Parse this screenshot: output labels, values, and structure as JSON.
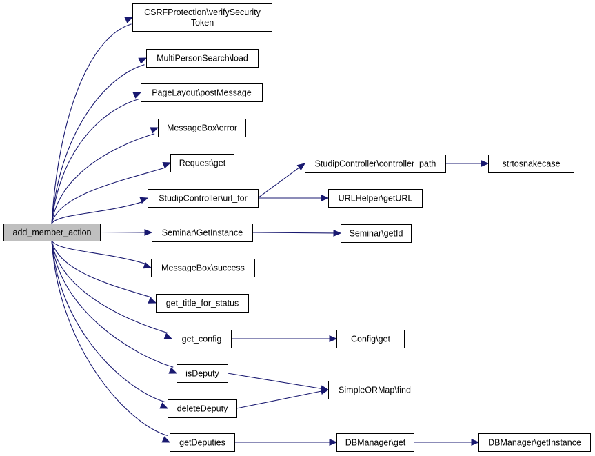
{
  "diagram": {
    "root": "add_member_action",
    "nodes": [
      {
        "id": "root",
        "lines": [
          "add_member_action"
        ]
      },
      {
        "id": "csrf",
        "lines": [
          "CSRFProtection\\verifySecurity",
          "Token"
        ]
      },
      {
        "id": "mps",
        "lines": [
          "MultiPersonSearch\\load"
        ]
      },
      {
        "id": "pl",
        "lines": [
          "PageLayout\\postMessage"
        ]
      },
      {
        "id": "mberr",
        "lines": [
          "MessageBox\\error"
        ]
      },
      {
        "id": "reqget",
        "lines": [
          "Request\\get"
        ]
      },
      {
        "id": "urlfor",
        "lines": [
          "StudipController\\url_for"
        ]
      },
      {
        "id": "semgi",
        "lines": [
          "Seminar\\GetInstance"
        ]
      },
      {
        "id": "mbsucc",
        "lines": [
          "MessageBox\\success"
        ]
      },
      {
        "id": "gtfs",
        "lines": [
          "get_title_for_status"
        ]
      },
      {
        "id": "getconfig",
        "lines": [
          "get_config"
        ]
      },
      {
        "id": "isdeputy",
        "lines": [
          "isDeputy"
        ]
      },
      {
        "id": "deldeputy",
        "lines": [
          "deleteDeputy"
        ]
      },
      {
        "id": "getdeputies",
        "lines": [
          "getDeputies"
        ]
      },
      {
        "id": "ctrlpath",
        "lines": [
          "StudipController\\controller_path"
        ]
      },
      {
        "id": "urlhelper",
        "lines": [
          "URLHelper\\getURL"
        ]
      },
      {
        "id": "semgetid",
        "lines": [
          "Seminar\\getId"
        ]
      },
      {
        "id": "configget",
        "lines": [
          "Config\\get"
        ]
      },
      {
        "id": "sormfind",
        "lines": [
          "SimpleORMap\\find"
        ]
      },
      {
        "id": "dbget",
        "lines": [
          "DBManager\\get"
        ]
      },
      {
        "id": "snake",
        "lines": [
          "strtosnakecase"
        ]
      },
      {
        "id": "dbinst",
        "lines": [
          "DBManager\\getInstance"
        ]
      }
    ],
    "edges": [
      [
        "root",
        "csrf"
      ],
      [
        "root",
        "mps"
      ],
      [
        "root",
        "pl"
      ],
      [
        "root",
        "mberr"
      ],
      [
        "root",
        "reqget"
      ],
      [
        "root",
        "urlfor"
      ],
      [
        "root",
        "semgi"
      ],
      [
        "root",
        "mbsucc"
      ],
      [
        "root",
        "gtfs"
      ],
      [
        "root",
        "getconfig"
      ],
      [
        "root",
        "isdeputy"
      ],
      [
        "root",
        "deldeputy"
      ],
      [
        "root",
        "getdeputies"
      ],
      [
        "urlfor",
        "ctrlpath"
      ],
      [
        "urlfor",
        "urlhelper"
      ],
      [
        "ctrlpath",
        "snake"
      ],
      [
        "semgi",
        "semgetid"
      ],
      [
        "getconfig",
        "configget"
      ],
      [
        "isdeputy",
        "sormfind"
      ],
      [
        "deldeputy",
        "sormfind"
      ],
      [
        "getdeputies",
        "dbget"
      ],
      [
        "dbget",
        "dbinst"
      ]
    ],
    "colors": {
      "edge": "#191970",
      "root_fill": "#bfbfbf",
      "node_fill": "#ffffff",
      "border": "#000000"
    }
  }
}
